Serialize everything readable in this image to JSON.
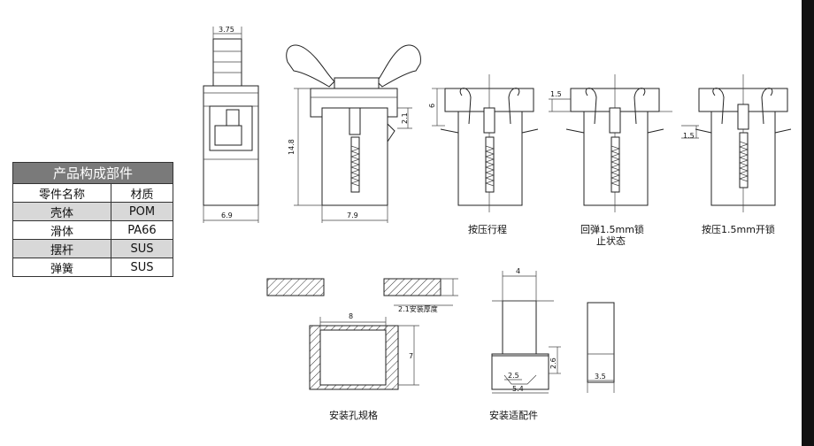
{
  "parts_table": {
    "title": "产品构成部件",
    "headers": [
      "零件名称",
      "材质"
    ],
    "rows": [
      [
        "壳体",
        "POM"
      ],
      [
        "滑体",
        "PA66"
      ],
      [
        "摆杆",
        "SUS"
      ],
      [
        "弹簧",
        "SUS"
      ]
    ]
  },
  "dimensions": {
    "top_width": "3.75",
    "height": "14.8",
    "bottom_width_left": "6.9",
    "bottom_width_side": "7.9",
    "small_gap": "2.1",
    "stroke": "6",
    "rebound": "1.5",
    "open": "1.5",
    "hole_width": "8",
    "hole_height": "7",
    "panel_thickness": "2.1安装厚度",
    "fit_top": "4",
    "fit_step": "2.6",
    "fit_inner": "2.5",
    "fit_bottom": "5.4",
    "fit_side": "3.5"
  },
  "captions": {
    "press_stroke": "按压行程",
    "rebound_line1": "回弹1.5mm锁",
    "rebound_line2": "止状态",
    "press_open": "按压1.5mm开锁",
    "mount_hole": "安装孔规格",
    "mount_fit": "安装适配件"
  }
}
